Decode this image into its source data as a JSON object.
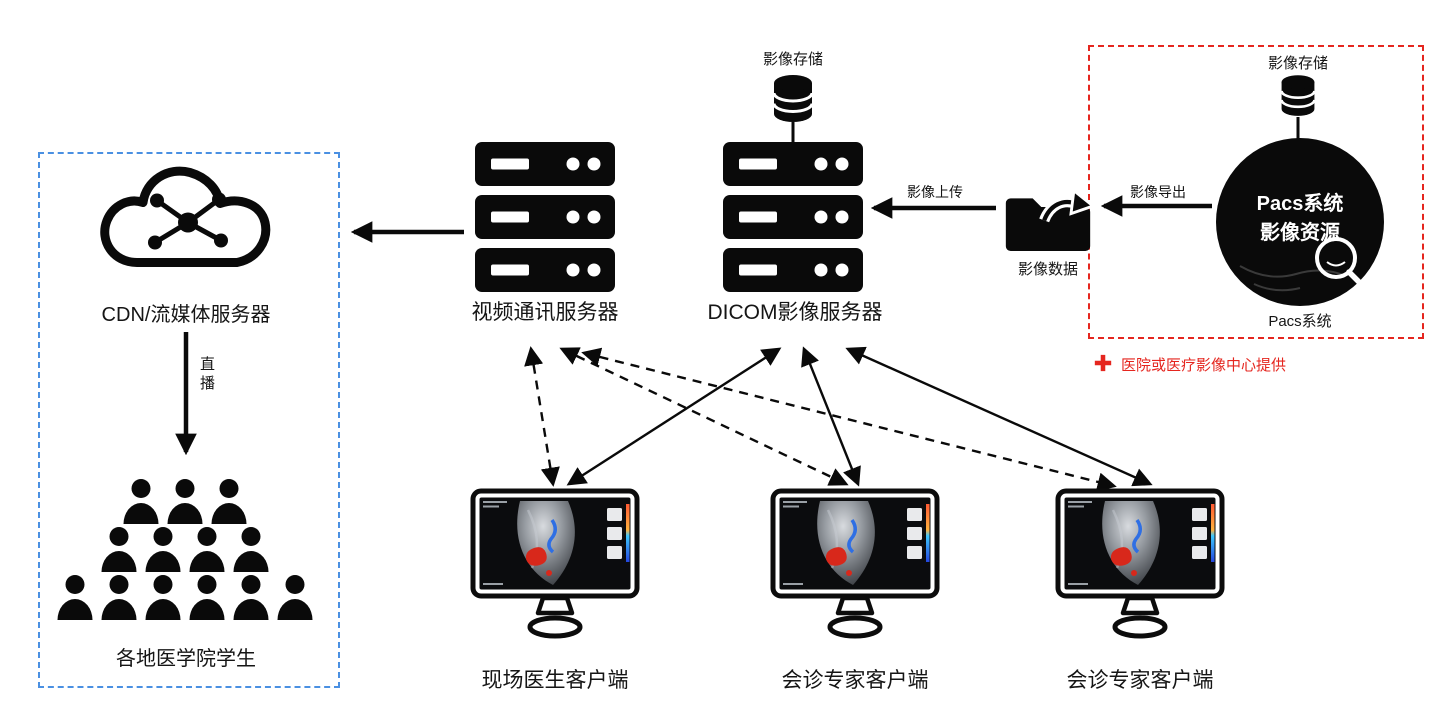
{
  "colors": {
    "accent_red": "#e5261f",
    "accent_blue": "#4a90e2",
    "ink": "#0a0a0a"
  },
  "servers": {
    "video": {
      "label": "视频通讯服务器"
    },
    "dicom": {
      "label": "DICOM影像服务器",
      "storage_label": "影像存储"
    }
  },
  "flow": {
    "export_label": "影像导出",
    "folder_label": "影像数据",
    "upload_label": "影像上传",
    "live_label": "直播"
  },
  "cdn": {
    "label": "CDN/流媒体服务器",
    "students_label": "各地医学院学生"
  },
  "hospital_section": {
    "storage_label": "影像存储",
    "pacs_circle": {
      "line1": "Pacs系统",
      "line2": "影像资源"
    },
    "pacs_caption": "Pacs系统",
    "provider_note": "医院或医疗影像中心提供",
    "plus_symbol": "+"
  },
  "clients": [
    {
      "label": "现场医生客户端"
    },
    {
      "label": "会诊专家客户端"
    },
    {
      "label": "会诊专家客户端"
    }
  ]
}
